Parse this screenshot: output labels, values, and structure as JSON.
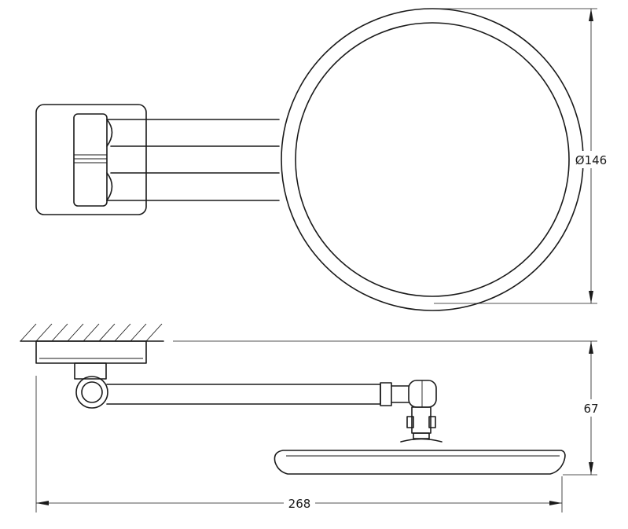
{
  "dimensions": {
    "diameter_label": "Ø146",
    "height_label": "67",
    "width_label": "268"
  }
}
